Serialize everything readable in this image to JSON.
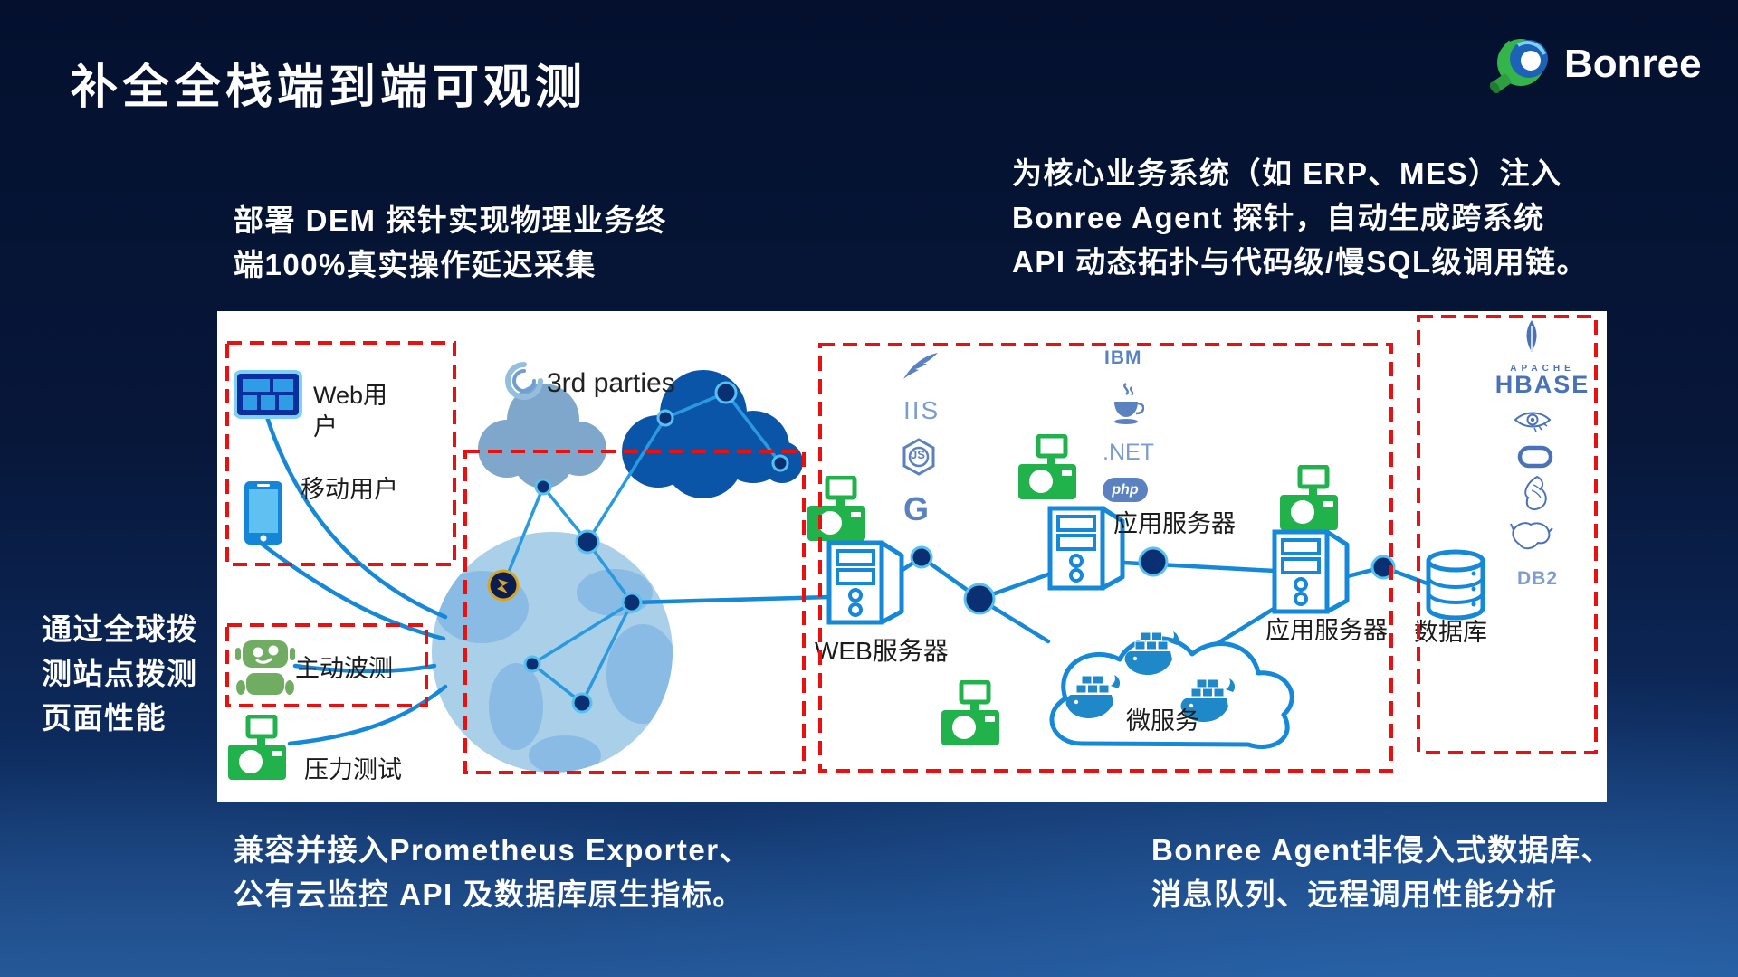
{
  "slide": {
    "title": "补全全栈端到端可观测",
    "brand": "Bonree"
  },
  "callouts": {
    "dem": [
      "部署 DEM 探针实现物理业务终",
      "端100%真实操作延迟采集"
    ],
    "agent": [
      "为核心业务系统（如 ERP、MES）注入",
      "Bonree Agent 探针，自动生成跨系统",
      "API 动态拓扑与代码级/慢SQL级调用链。"
    ],
    "dial": [
      "通过全球拨",
      "测站点拨测",
      "页面性能"
    ],
    "prometheus": [
      "兼容并接入Prometheus Exporter、",
      "公有云监控 API 及数据库原生指标。"
    ],
    "agent_db": [
      "Bonree Agent非侵入式数据库、",
      "消息队列、远程调用性能分析"
    ]
  },
  "diagram": {
    "labels": {
      "web_user": "Web用户",
      "mobile_user": "移动用户",
      "active_probe": "主动波测",
      "stress_test": "压力测试",
      "third_parties": "3rd parties",
      "web_server": "WEB服务器",
      "app_server_1": "应用服务器",
      "app_server_2": "应用服务器",
      "microservices": "微服务",
      "database": "数据库"
    },
    "tech": {
      "iis": "IIS",
      "nodejs": "JS",
      "go": "G",
      "ibm": "IBM",
      "dotnet": ".NET",
      "php": "php",
      "apache": "APACHE",
      "hbase": "HBASE",
      "db2": "DB2"
    }
  },
  "icons": {
    "agent_probe": "camera-icon",
    "active_probe": "robot-icon",
    "web_user": "browser-icon",
    "mobile_user": "smartphone-icon",
    "third_parties": "swirl-cloud-icon",
    "microservice": "docker-whale-icon",
    "databases": [
      "mongodb-leaf-icon",
      "hbase-logo",
      "eye-icon",
      "oval-ring-icon",
      "bird-sketch-icon",
      "mysql-dolphin-icon"
    ]
  },
  "colors": {
    "accent_red": "#e8110f",
    "line_blue": "#1588d8",
    "node_navy": "#0b2f73",
    "agent_green": "#21b24c",
    "robot_green": "#71ac63",
    "tech_blue": "#5b82c0",
    "dark_cloud": "#0b55a8",
    "light_cloud": "#7fa6cb",
    "globe": "#aacfe9",
    "panel": "#ffffff",
    "brand_green": "#35b44a",
    "brand_blue": "#1c63b7"
  }
}
